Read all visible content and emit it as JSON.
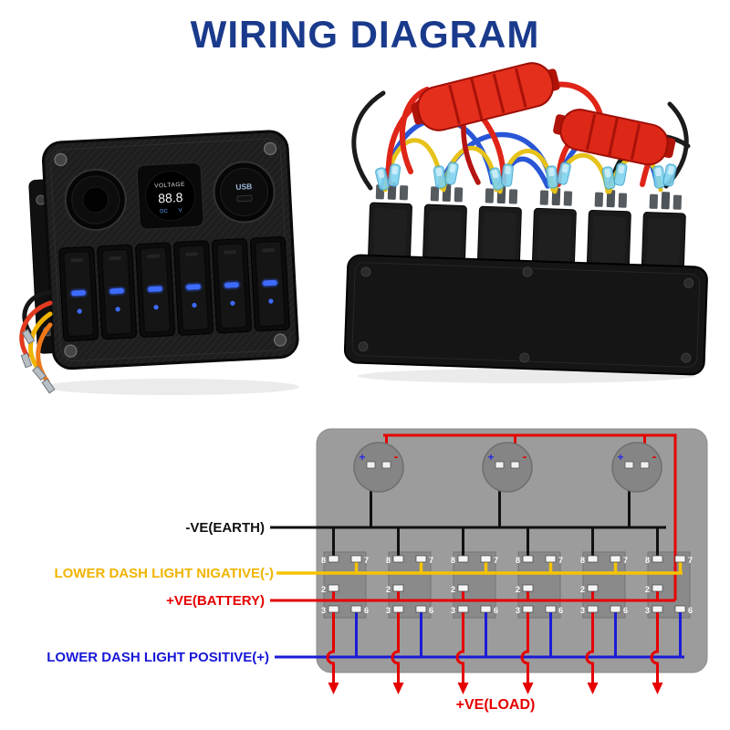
{
  "title": "WIRING DIAGRAM",
  "title_color": "#1a3a8c",
  "front_panel": {
    "voltmeter_title": "VOLTAGE",
    "voltmeter_value": "88.8",
    "voltmeter_dc": "DC",
    "voltmeter_v": "V",
    "usb_label": "USB"
  },
  "schematic": {
    "labels": {
      "earth": "-VE(EARTH)",
      "dash_negative": "LOWER DASH LIGHT NIGATIVE(-)",
      "battery": "+VE(BATTERY)",
      "dash_positive": "LOWER DASH LIGHT POSITIVE(+)",
      "load": "+VE(LOAD)"
    },
    "round_terminals": {
      "plus": "+",
      "minus": "-"
    },
    "switch_terminals": {
      "t8": "8",
      "t7": "7",
      "t2": "2",
      "t3": "3",
      "t6": "6"
    },
    "wire_colors": {
      "earth": "#111111",
      "dash_negative": "#f5c400",
      "battery": "#e60000",
      "dash_positive": "#1b1bd8",
      "load": "#e60000"
    },
    "label_colors": {
      "earth": "#111111",
      "dash_negative": "#f0b400",
      "battery": "#e60000",
      "dash_positive": "#1717d8",
      "load": "#e60000"
    }
  }
}
